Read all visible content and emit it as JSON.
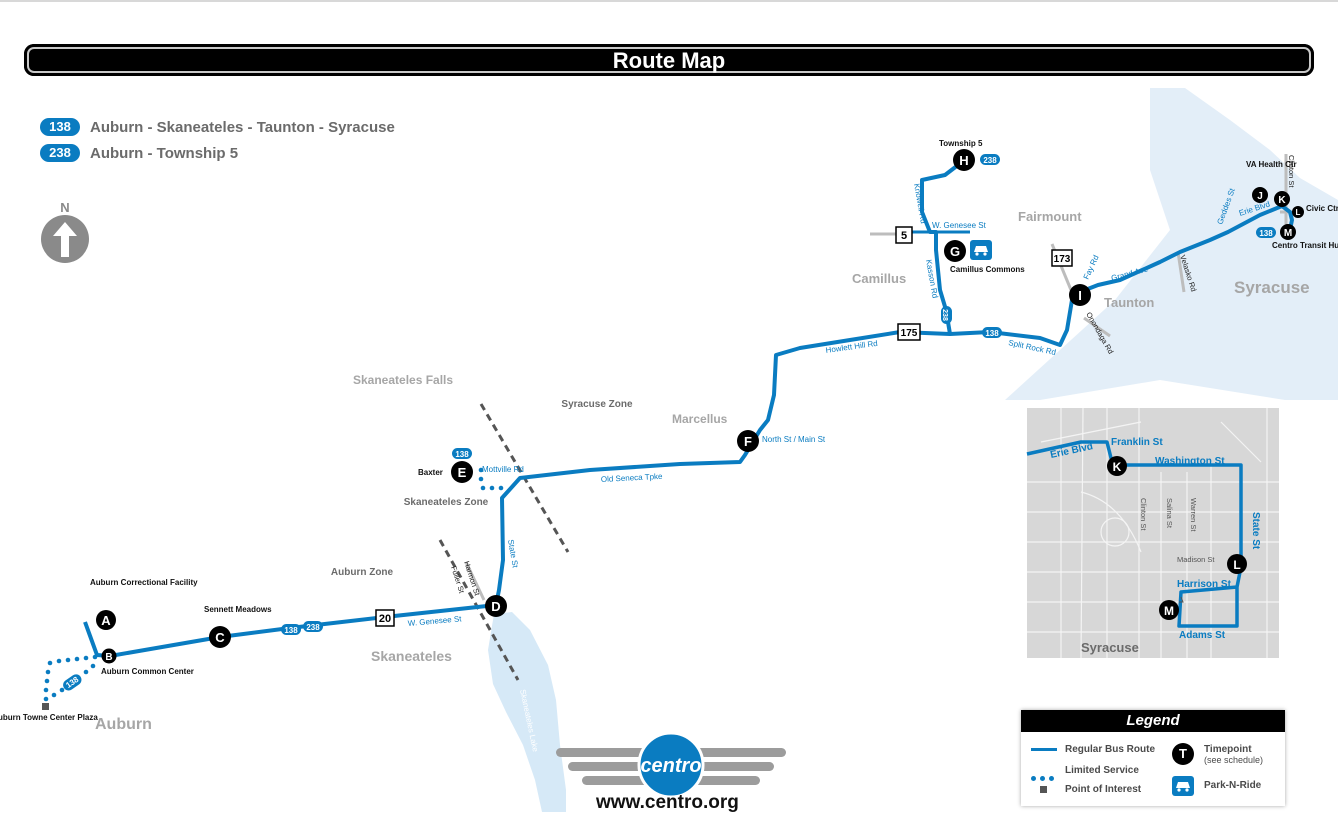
{
  "title": "Route Map",
  "routes": [
    {
      "number": "138",
      "name": "Auburn - Skaneateles - Taunton - Syracuse"
    },
    {
      "number": "238",
      "name": "Auburn - Township 5"
    }
  ],
  "compass": "N",
  "timepoints": {
    "A": {
      "letter": "A",
      "name": "Auburn Correctional Facility"
    },
    "B": {
      "letter": "B",
      "name": "Auburn Common Center"
    },
    "C": {
      "letter": "C",
      "name": "Sennett Meadows"
    },
    "D": {
      "letter": "D"
    },
    "E": {
      "letter": "E",
      "name": "Baxter"
    },
    "F": {
      "letter": "F"
    },
    "G": {
      "letter": "G",
      "name": "Camillus Commons"
    },
    "H": {
      "letter": "H",
      "name": "Township 5"
    },
    "I": {
      "letter": "I"
    },
    "J": {
      "letter": "J",
      "name": "VA Health Ctr"
    },
    "K": {
      "letter": "K"
    },
    "L": {
      "letter": "L",
      "name": "Civic Ctr"
    },
    "M": {
      "letter": "M",
      "name": "Centro Transit Hub"
    }
  },
  "places": {
    "auburn": "Auburn",
    "skaneateles": "Skaneateles",
    "skaneateles_falls": "Skaneateles Falls",
    "marcellus": "Marcellus",
    "camillus": "Camillus",
    "fairmount": "Fairmount",
    "taunton": "Taunton",
    "syracuse": "Syracuse",
    "auburn_towne": "Auburn Towne Center Plaza",
    "skaneateles_lake": "Skaneateles Lake"
  },
  "zones": {
    "auburn": "Auburn Zone",
    "skaneateles": "Skaneateles Zone",
    "syracuse": "Syracuse Zone"
  },
  "streets": {
    "w_genesee_1": "W. Genesee St",
    "state_st": "State St",
    "harmon_st": "Harmon St",
    "fuller_st": "Fuller St",
    "mottville": "Mottville Rd",
    "old_seneca": "Old Seneca Tpke",
    "north_main": "North St / Main St",
    "howlett": "Howlett Hill Rd",
    "split_rock": "Split Rock Rd",
    "knowell": "Knowell Rd",
    "w_genesee_2": "W. Genesee St",
    "kasson": "Kasson Rd",
    "onondaga": "Onondaga Rd",
    "fay": "Fay Rd",
    "grand": "Grand Ave",
    "velasko": "Velasko Rd",
    "geddes": "Geddes St",
    "erie": "Erie Blvd",
    "clinton": "Clinton St"
  },
  "shields": {
    "us20": "20",
    "ny5": "5",
    "ny173": "173",
    "ny175": "175"
  },
  "route_tags": {
    "r138": "138",
    "r238": "238"
  },
  "inset": {
    "title": "Syracuse",
    "streets": {
      "erie": "Erie Blvd",
      "franklin": "Franklin St",
      "washington": "Washington St",
      "state": "State St",
      "clinton": "Clinton St",
      "salina": "Salina St",
      "warren": "Warren St",
      "madison": "Madison St",
      "harrison": "Harrison St",
      "adams": "Adams St"
    },
    "stops": {
      "K": "K",
      "L": "L",
      "M": "M"
    }
  },
  "legend": {
    "title": "Legend",
    "regular": "Regular Bus Route",
    "limited": "Limited Service",
    "poi": "Point of Interest",
    "timepoint": "Timepoint",
    "timepoint_sub": "(see schedule)",
    "timepoint_letter": "T",
    "parknride": "Park-N-Ride"
  },
  "brand": {
    "logo_text": "centro",
    "url": "www.centro.org"
  },
  "colors": {
    "route": "#0a7cc1",
    "water": "#d6e9f7",
    "label_gray": "#a6a6a6",
    "inset_bg": "#d7d7d7"
  }
}
